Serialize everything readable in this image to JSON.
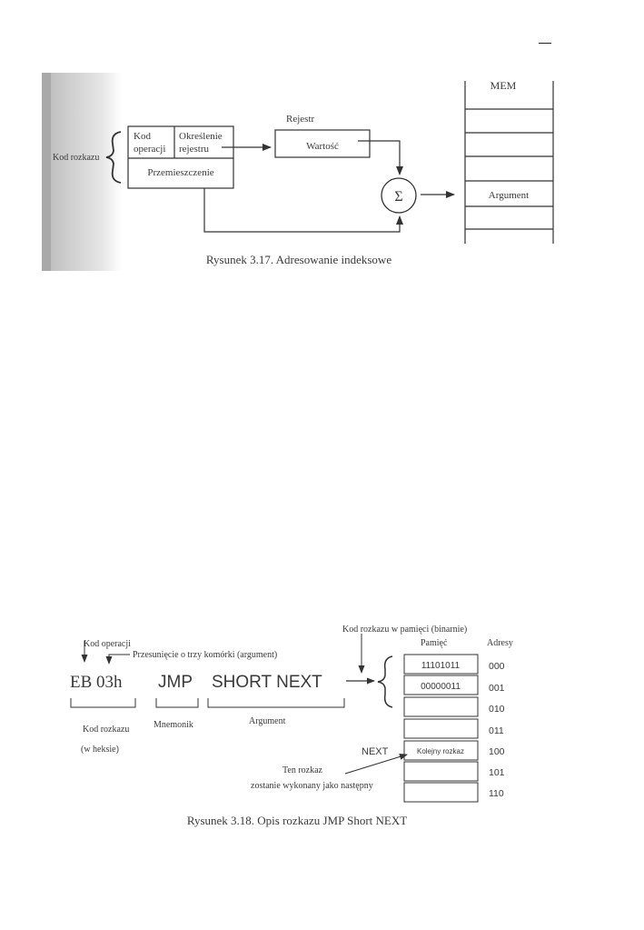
{
  "figure1": {
    "caption": "Rysunek 3.17. Adresowanie indeksowe",
    "bracket_label": "Kod rozkazu",
    "cell_opcode": [
      "Kod",
      "operacji"
    ],
    "cell_register_spec": [
      "Określenie",
      "rejestru"
    ],
    "cell_displacement": "Przemieszczenie",
    "register_label": "Rejestr",
    "register_value": "Wartość",
    "sum_symbol": "Σ",
    "memory_label": "MEM",
    "memory_argument": "Argument"
  },
  "figure2": {
    "caption": "Rysunek 3.18. Opis rozkazu JMP Short NEXT",
    "hex_code": "EB 03h",
    "mnemonic": "JMP",
    "argument": "SHORT NEXT",
    "label_opcode": "Kod operacji",
    "label_offset": "Przesunięcie o trzy komórki (argument)",
    "label_code_hex": [
      "Kod rozkazu",
      "(w heksie)"
    ],
    "label_mnemonic": "Mnemonik",
    "label_argument": "Argument",
    "label_code_in_memory": "Kod rozkazu w pamięci (binarnie)",
    "column_memory": "Pamięć",
    "column_addresses": "Adresy",
    "memory_cells": [
      "11101011",
      "00000011",
      "",
      "",
      "Kolejny rozkaz",
      "",
      ""
    ],
    "addresses": [
      "000",
      "001",
      "010",
      "011",
      "100",
      "101",
      "110"
    ],
    "next_label": "NEXT",
    "note": [
      "Ten rozkaz",
      "zostanie wykonany jako następny"
    ]
  }
}
